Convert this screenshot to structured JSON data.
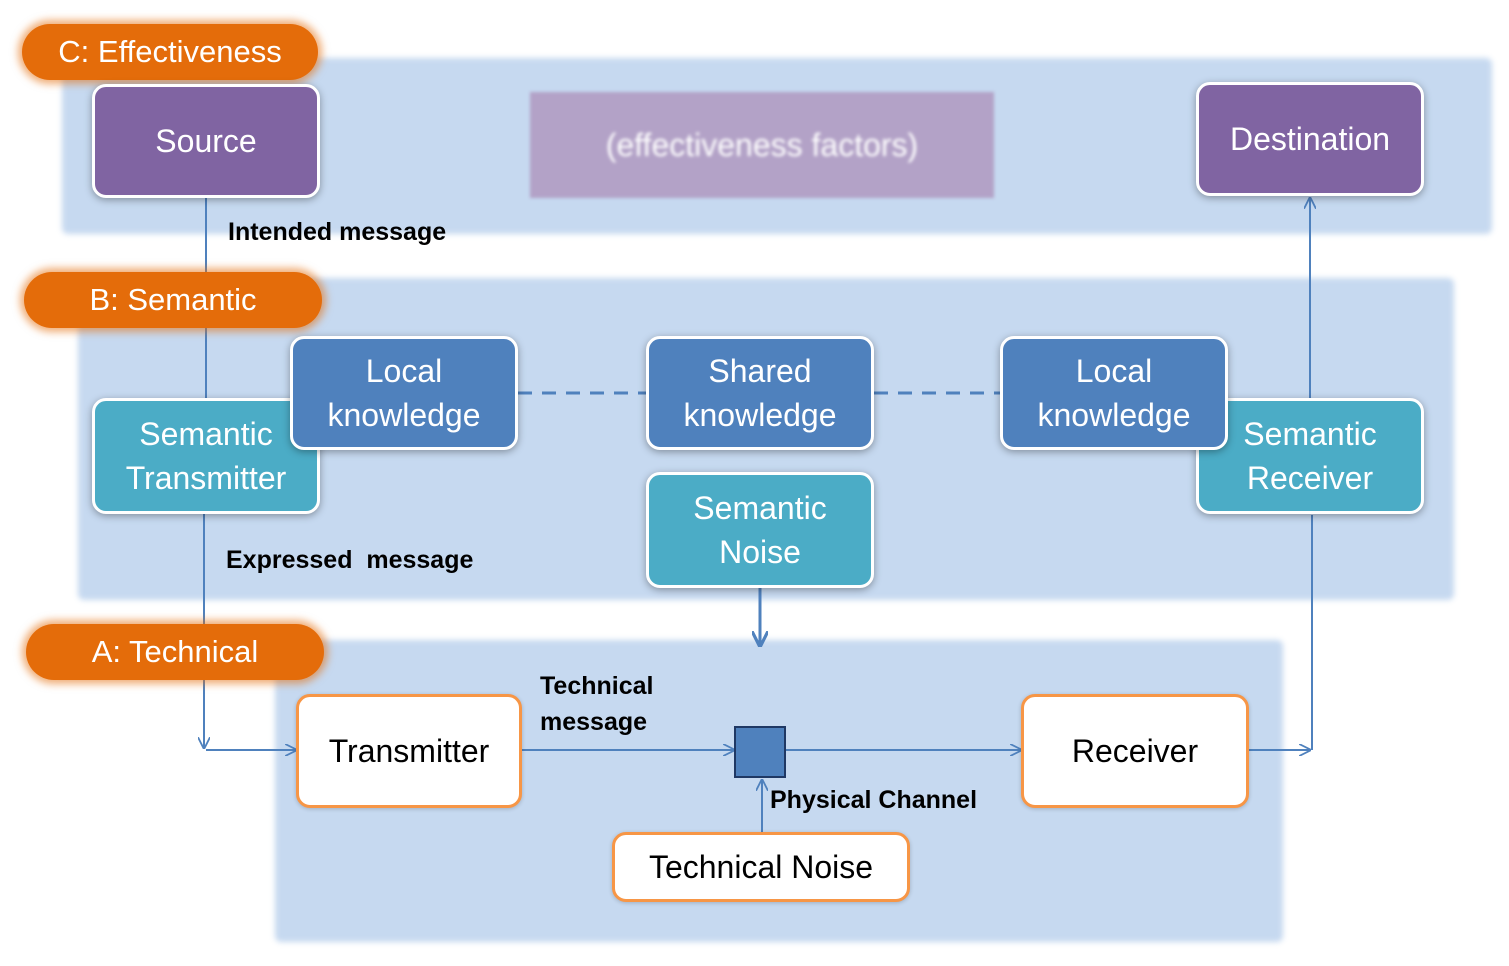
{
  "layers": {
    "effectiveness": "C: Effectiveness",
    "semantic": "B: Semantic",
    "technical": "A: Technical"
  },
  "nodes": {
    "source": "Source",
    "destination": "Destination",
    "effectiveness_factors": "(effectiveness factors)",
    "local_knowledge_tx": "Local\nknowledge",
    "shared_knowledge": "Shared\nknowledge",
    "local_knowledge_rx": "Local\nknowledge",
    "semantic_transmitter": "Semantic\nTransmitter",
    "semantic_receiver": "Semantic\nReceiver",
    "semantic_noise": "Semantic\nNoise",
    "transmitter": "Transmitter",
    "receiver": "Receiver",
    "technical_noise": "Technical Noise"
  },
  "edge_labels": {
    "intended_message": "Intended message",
    "expressed_message": "Expressed  message",
    "technical_message": "Technical\nmessage",
    "physical_channel": "Physical Channel"
  },
  "colors": {
    "layer_pill": "#e46c0a",
    "band": "#c6d9f0",
    "purple": "#8064a2",
    "blue": "#4f81bd",
    "teal": "#4bacc6",
    "orange_border": "#f79646"
  }
}
